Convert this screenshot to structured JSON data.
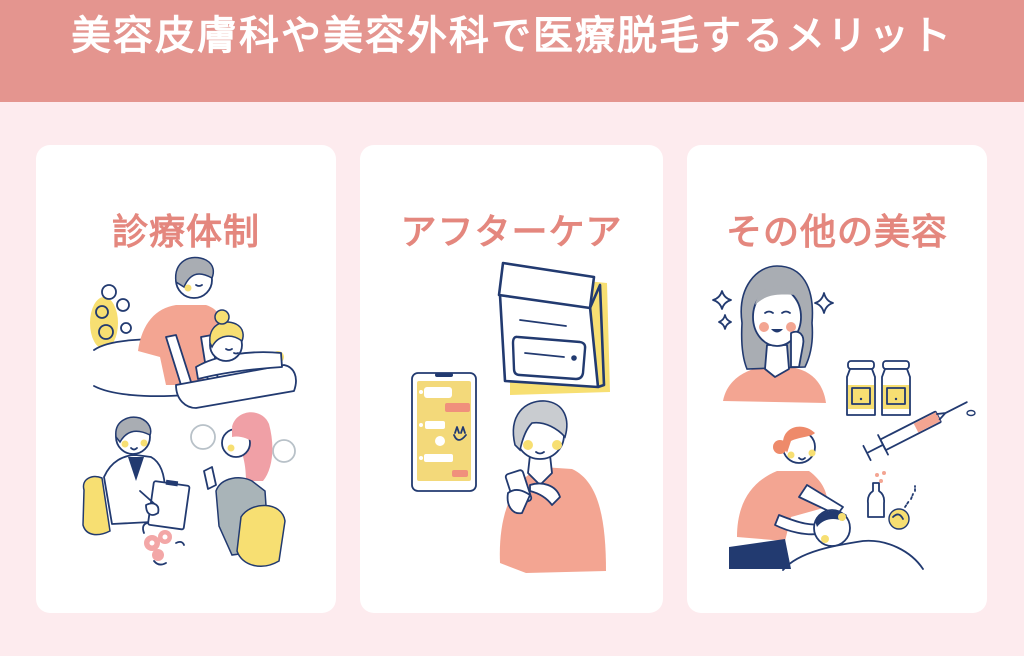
{
  "header": {
    "title": "美容皮膚科や美容外科で医療脱毛するメリット"
  },
  "cards": [
    {
      "title": "診療体制",
      "illustrations": [
        "massage-illustration",
        "consultation-illustration"
      ]
    },
    {
      "title": "アフターケア",
      "illustrations": [
        "medicine-bag-illustration",
        "smartphone-chat-illustration",
        "woman-using-phone-illustration"
      ]
    },
    {
      "title": "その他の美容",
      "illustrations": [
        "smiling-woman-illustration",
        "vials-illustration",
        "syringe-illustration",
        "facial-treatment-illustration"
      ]
    }
  ],
  "palette": {
    "header_bg": "#E4958F",
    "page_bg": "#FDEBEE",
    "card_bg": "#FFFFFF",
    "card_title": "#E4877E",
    "navy_line": "#223A70",
    "yellow": "#F7DF72",
    "salmon": "#F3A592",
    "gray_hair": "#A9ADB3",
    "pink_hair": "#F0A0A6"
  }
}
